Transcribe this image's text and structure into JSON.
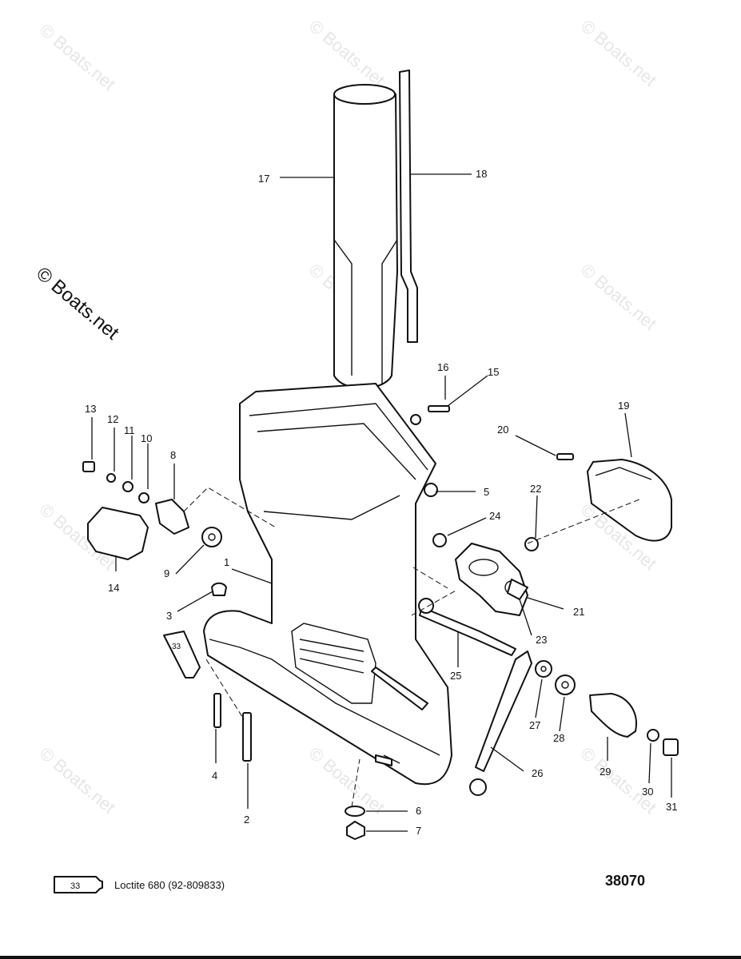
{
  "watermark": {
    "text": "© Boats.net",
    "primary_text": "© Boats.net"
  },
  "figure_id": "38070",
  "legend": {
    "code": "33",
    "text": "Loctite 680 (92-809833)"
  },
  "callouts": [
    "1",
    "2",
    "3",
    "4",
    "5",
    "6",
    "7",
    "8",
    "9",
    "10",
    "11",
    "12",
    "13",
    "14",
    "15",
    "16",
    "17",
    "18",
    "19",
    "20",
    "21",
    "22",
    "23",
    "24",
    "25",
    "26",
    "27",
    "28",
    "29",
    "30",
    "31"
  ],
  "tube_label": "33",
  "colors": {
    "ink": "#111111",
    "paper": "#ffffff",
    "watermark": "#e6e6e6"
  }
}
